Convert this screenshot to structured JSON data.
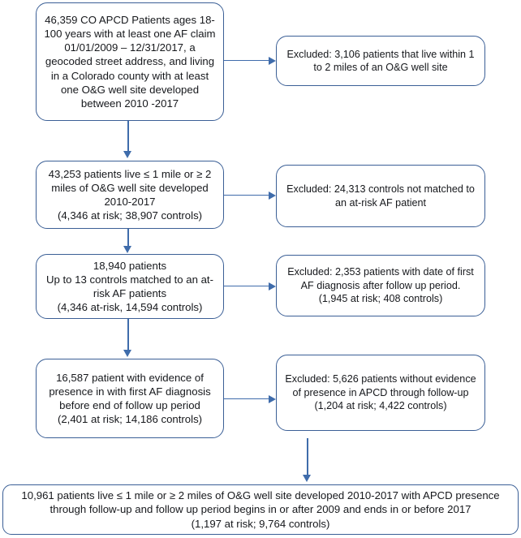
{
  "diagram": {
    "title": "CO APCD atrial fibrillation cohort selection flow diagram",
    "accent_border_color": "#3b5f96",
    "connector_color": "#3f6cab",
    "background_color": "#ffffff",
    "text_color": "#16181c"
  },
  "main_nodes": [
    {
      "id": "main-1",
      "label": "main-node-eligible-apcd-patients",
      "text": "46,359 CO APCD Patients ages 18-100 years with at least one AF claim 01/01/2009 – 12/31/2017, a geocoded street address, and living in a Colorado county with at least one O&G well site developed between 2010 -2017",
      "count": "46,359"
    },
    {
      "id": "main-2",
      "label": "main-node-distance-eligible",
      "text": "43,253 patients live ≤ 1 mile or ≥ 2 miles of O&G well site developed 2010-2017\n(4,346 at risk; 38,907 controls)",
      "count": "43,253",
      "at_risk": "4,346",
      "controls": "38,907"
    },
    {
      "id": "main-3",
      "label": "main-node-matched-patients",
      "text": "18,940 patients\nUp to 13 controls matched to an at-risk AF patients\n(4,346 at-risk, 14,594 controls)",
      "count": "18,940",
      "at_risk": "4,346",
      "controls": "14,594"
    },
    {
      "id": "main-4",
      "label": "main-node-presence-evidence",
      "text": "16,587 patient with evidence of presence in with first AF diagnosis before end of follow up period\n(2,401 at risk; 14,186 controls)",
      "count": "16,587",
      "at_risk": "2,401",
      "controls": "14,186"
    }
  ],
  "excluded_nodes": [
    {
      "id": "excl-1",
      "label": "excluded-node-distance-1-to-2-miles",
      "text": "Excluded: 3,106 patients that live within 1 to 2 miles of an O&G well site",
      "count": "3,106"
    },
    {
      "id": "excl-2",
      "label": "excluded-node-unmatched-controls",
      "text": "Excluded: 24,313 controls not matched to an at-risk AF patient",
      "count": "24,313"
    },
    {
      "id": "excl-3",
      "label": "excluded-node-af-diagnosis-after-followup",
      "text": "Excluded: 2,353 patients with date of first AF diagnosis after follow up period.\n(1,945 at risk; 408 controls)",
      "count": "2,353",
      "at_risk": "1,945",
      "controls": "408"
    },
    {
      "id": "excl-4",
      "label": "excluded-node-no-apcd-presence",
      "text": "Excluded: 5,626 patients without evidence of presence in APCD through follow-up (1,204 at risk; 4,422 controls)",
      "count": "5,626",
      "at_risk": "1,204",
      "controls": "4,422"
    }
  ],
  "final_node": {
    "id": "final",
    "label": "final-analytic-cohort",
    "text": "10,961 patients live ≤ 1 mile or ≥ 2 miles of O&G well site developed 2010-2017 with APCD presence through follow-up and follow up period begins in or after 2009 and ends in or before 2017\n(1,197 at risk; 9,764 controls)",
    "count": "10,961",
    "at_risk": "1,197",
    "controls": "9,764"
  }
}
